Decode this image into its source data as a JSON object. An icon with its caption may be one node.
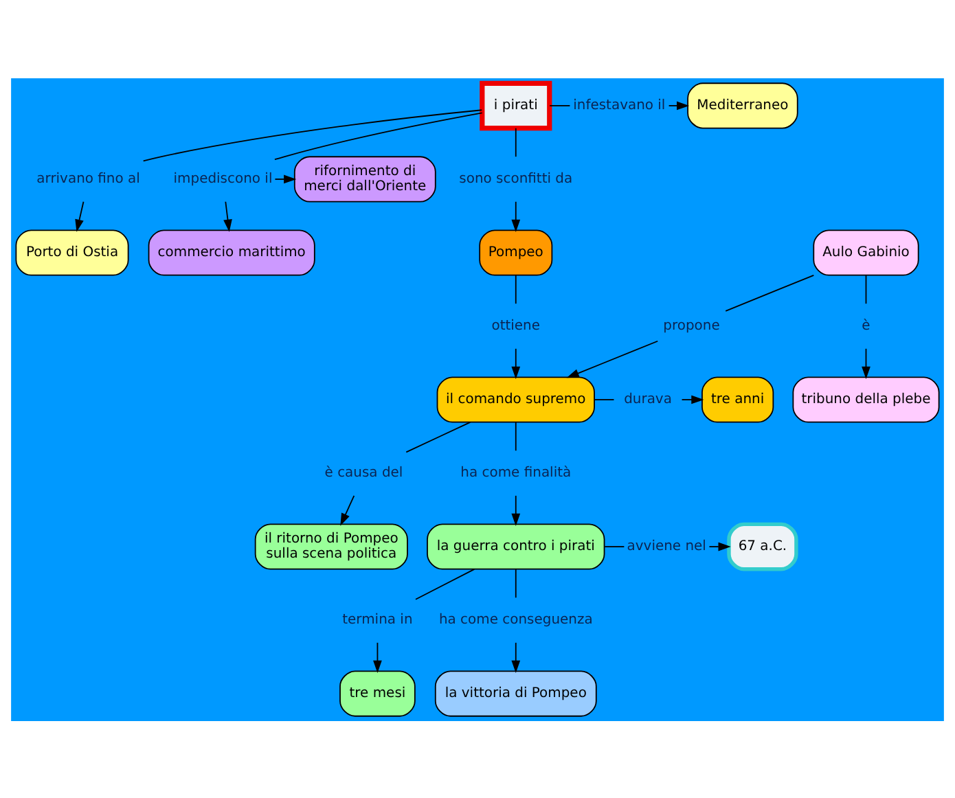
{
  "diagram": {
    "nodes": [
      {
        "text": [
          "Porto di Ostia"
        ]
      },
      {
        "text": [
          "commercio marittimo"
        ]
      },
      {
        "text": [
          "rifornimento di merci dall'Oriente"
        ]
      },
      {
        "text": [
          "arrivano fino al"
        ]
      },
      {
        "text": [
          "impediscono il"
        ]
      },
      {
        "text": [
          "i pirati"
        ]
      },
      {
        "text": [
          "infestavano il"
        ]
      },
      {
        "text": [
          "Mediterraneo"
        ]
      },
      {
        "text": [
          "sono sconfitti da"
        ]
      },
      {
        "text": [
          "Pompeo"
        ]
      },
      {
        "text": [
          "tribuno della plebe"
        ]
      },
      {
        "text": [
          "è"
        ]
      },
      {
        "text": [
          "ottiene"
        ]
      },
      {
        "text": [
          "tre anni"
        ]
      },
      {
        "text": [
          "durava"
        ]
      },
      {
        "text": [
          "il comando supremo"
        ]
      },
      {
        "text": [
          "propone"
        ]
      },
      {
        "text": [
          "Aulo Gabinio"
        ]
      },
      {
        "text": [
          "è causa del"
        ]
      },
      {
        "text": [
          "il ritorno di Pompeo sulla scena politica"
        ]
      },
      {
        "text": [
          "ha come finalità"
        ]
      },
      {
        "text": [
          "67 a.C."
        ]
      },
      {
        "text": [
          "avviene nel"
        ]
      },
      {
        "text": [
          "la guerra contro i pirati"
        ]
      },
      {
        "text": [
          "termina in"
        ]
      },
      {
        "text": [
          "ha come conseguenza"
        ]
      },
      {
        "text": [
          "tre mesi"
        ]
      },
      {
        "text": [
          "la vittoria di Pompeo"
        ]
      }
    ],
    "edges": [
      {
        "from": 5,
        "to": 3,
        "arrow": "none"
      },
      {
        "from": 3,
        "to": 0,
        "arrow": "to"
      },
      {
        "from": 5,
        "to": 4,
        "arrow": "none"
      },
      {
        "from": 4,
        "to": 1,
        "arrow": "to"
      },
      {
        "from": 4,
        "to": 2,
        "arrow": "to"
      },
      {
        "from": 5,
        "to": 6,
        "arrow": "none"
      },
      {
        "from": 6,
        "to": 7,
        "arrow": "to"
      },
      {
        "from": 5,
        "to": 8,
        "arrow": "none"
      },
      {
        "from": 8,
        "to": 9,
        "arrow": "to"
      },
      {
        "from": 9,
        "to": 12,
        "arrow": "none"
      },
      {
        "from": 12,
        "to": 15,
        "arrow": "to"
      },
      {
        "from": 17,
        "to": 11,
        "arrow": "none"
      },
      {
        "from": 11,
        "to": 10,
        "arrow": "to"
      },
      {
        "from": 17,
        "to": 16,
        "arrow": "none"
      },
      {
        "from": 16,
        "to": 15,
        "arrow": "to"
      },
      {
        "from": 15,
        "to": 14,
        "arrow": "none"
      },
      {
        "from": 14,
        "to": 13,
        "arrow": "to"
      },
      {
        "from": 15,
        "to": 18,
        "arrow": "none"
      },
      {
        "from": 18,
        "to": 19,
        "arrow": "to"
      },
      {
        "from": 15,
        "to": 20,
        "arrow": "none"
      },
      {
        "from": 20,
        "to": 23,
        "arrow": "to"
      },
      {
        "from": 23,
        "to": 22,
        "arrow": "none"
      },
      {
        "from": 22,
        "to": 21,
        "arrow": "to"
      },
      {
        "from": 23,
        "to": 24,
        "arrow": "none"
      },
      {
        "from": 24,
        "to": 26,
        "arrow": "to"
      },
      {
        "from": 23,
        "to": 25,
        "arrow": "none"
      },
      {
        "from": 25,
        "to": 27,
        "arrow": "to"
      }
    ]
  }
}
